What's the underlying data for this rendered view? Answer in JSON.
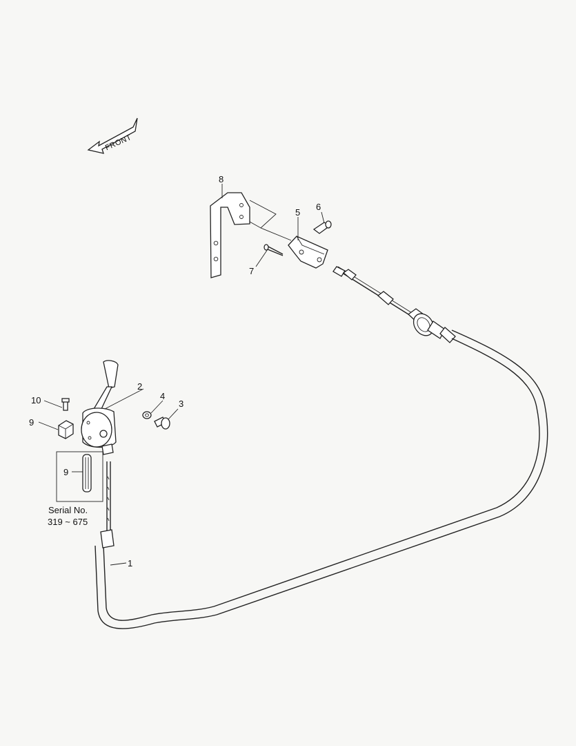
{
  "front_arrow": {
    "label": "FRONT"
  },
  "callouts": {
    "c1": "1",
    "c2": "2",
    "c3": "3",
    "c4": "4",
    "c5": "5",
    "c6": "6",
    "c7": "7",
    "c8": "8",
    "c9a": "9",
    "c9b": "9",
    "c10": "10"
  },
  "serial_note": {
    "line1": "Serial No.",
    "line2": "319 ~ 675"
  }
}
